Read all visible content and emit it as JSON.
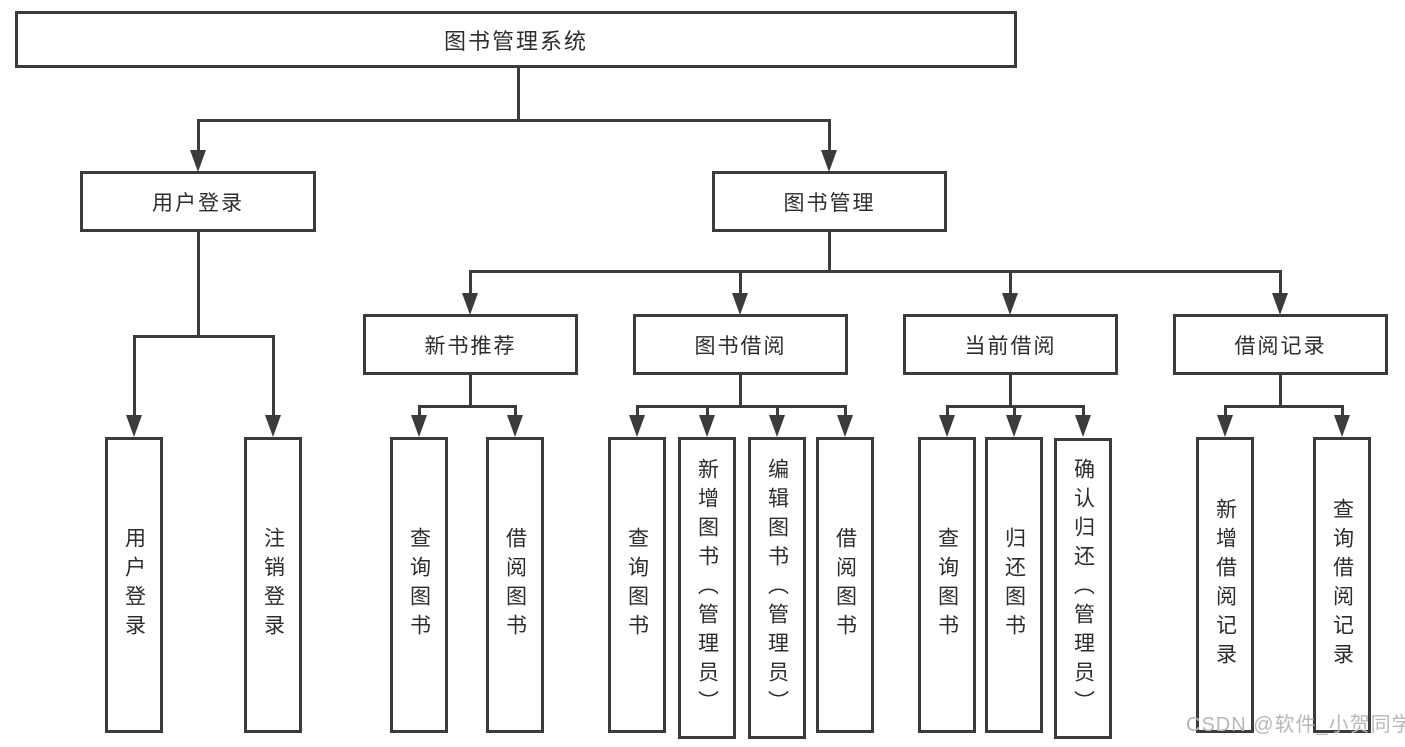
{
  "diagram_type": "hierarchy-tree",
  "colors": {
    "line": "#3b3b3b",
    "box_border": "#3b3b3b",
    "text": "#2d2d2d",
    "watermark": "#b8b8b8",
    "background": "#ffffff"
  },
  "tree": {
    "label": "图书管理系统",
    "children": [
      {
        "label": "用户登录",
        "children": [
          {
            "label": "用户登录"
          },
          {
            "label": "注销登录"
          }
        ]
      },
      {
        "label": "图书管理",
        "children": [
          {
            "label": "新书推荐",
            "children": [
              {
                "label": "查询图书"
              },
              {
                "label": "借阅图书"
              }
            ]
          },
          {
            "label": "图书借阅",
            "children": [
              {
                "label": "查询图书"
              },
              {
                "label": "新增图书（管理员）"
              },
              {
                "label": "编辑图书（管理员）"
              },
              {
                "label": "借阅图书"
              }
            ]
          },
          {
            "label": "当前借阅",
            "children": [
              {
                "label": "查询图书"
              },
              {
                "label": "归还图书"
              },
              {
                "label": "确认归还（管理员）"
              }
            ]
          },
          {
            "label": "借阅记录",
            "children": [
              {
                "label": "新增借阅记录"
              },
              {
                "label": "查询借阅记录"
              }
            ]
          }
        ]
      }
    ]
  },
  "watermark": {
    "text": "CSDN @软件_小贺同学"
  }
}
